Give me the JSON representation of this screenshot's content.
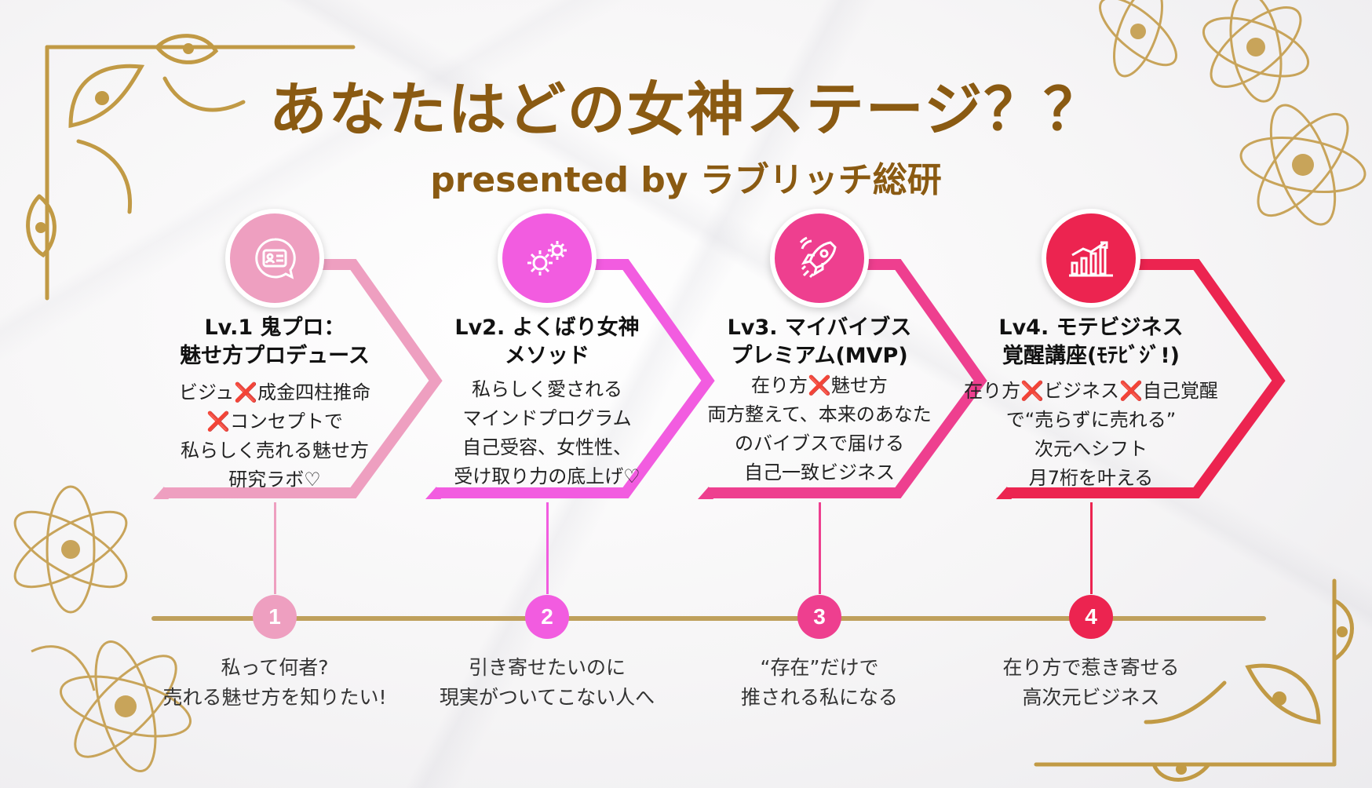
{
  "header": {
    "title": "あなたはどの女神ステージ？？",
    "subtitle": "presented by ラブリッチ総研"
  },
  "colors": {
    "gold": "#8a5a12",
    "timeline": "#bfa05c",
    "stage1": "#ee9fc0",
    "stage2": "#f25ce0",
    "stage3": "#ee3f8f",
    "stage4": "#ec2450"
  },
  "stages": [
    {
      "icon": "id-card-chat-icon",
      "title_lines": [
        "Lv.1 鬼プロ：",
        "魅せ方プロデュース"
      ],
      "desc_lines": [
        "ビジュ❌成金四柱推命",
        "❌コンセプトで",
        "私らしく売れる魅せ方",
        "研究ラボ♡"
      ],
      "number": "1",
      "caption_lines": [
        "私って何者?",
        "売れる魅せ方を知りたい!"
      ]
    },
    {
      "icon": "gears-icon",
      "title_lines": [
        "Lv2. よくばり女神",
        "メソッド"
      ],
      "desc_lines": [
        "私らしく愛される",
        "マインドプログラム",
        "自己受容、女性性、",
        "受け取り力の底上げ♡"
      ],
      "number": "2",
      "caption_lines": [
        "引き寄せたいのに",
        "現実がついてこない人へ"
      ]
    },
    {
      "icon": "rocket-icon",
      "title_lines": [
        "Lv3. マイバイブス",
        "プレミアム(MVP)"
      ],
      "desc_lines": [
        "在り方❌魅せ方",
        "両方整えて、本来のあなた",
        "のバイブスで届ける",
        "自己一致ビジネス"
      ],
      "number": "3",
      "caption_lines": [
        "“存在”だけで",
        "推される私になる"
      ]
    },
    {
      "icon": "growth-chart-icon",
      "title_lines": [
        "Lv4. モテビジネス",
        "覚醒講座(ﾓﾃﾋﾞｼﾞ!)"
      ],
      "desc_lines": [
        "在り方❌ビジネス❌自己覚醒",
        "で“売らずに売れる”",
        "次元へシフト",
        "月7桁を叶える"
      ],
      "number": "4",
      "caption_lines": [
        "在り方で惹き寄せる",
        "高次元ビジネス"
      ]
    }
  ]
}
